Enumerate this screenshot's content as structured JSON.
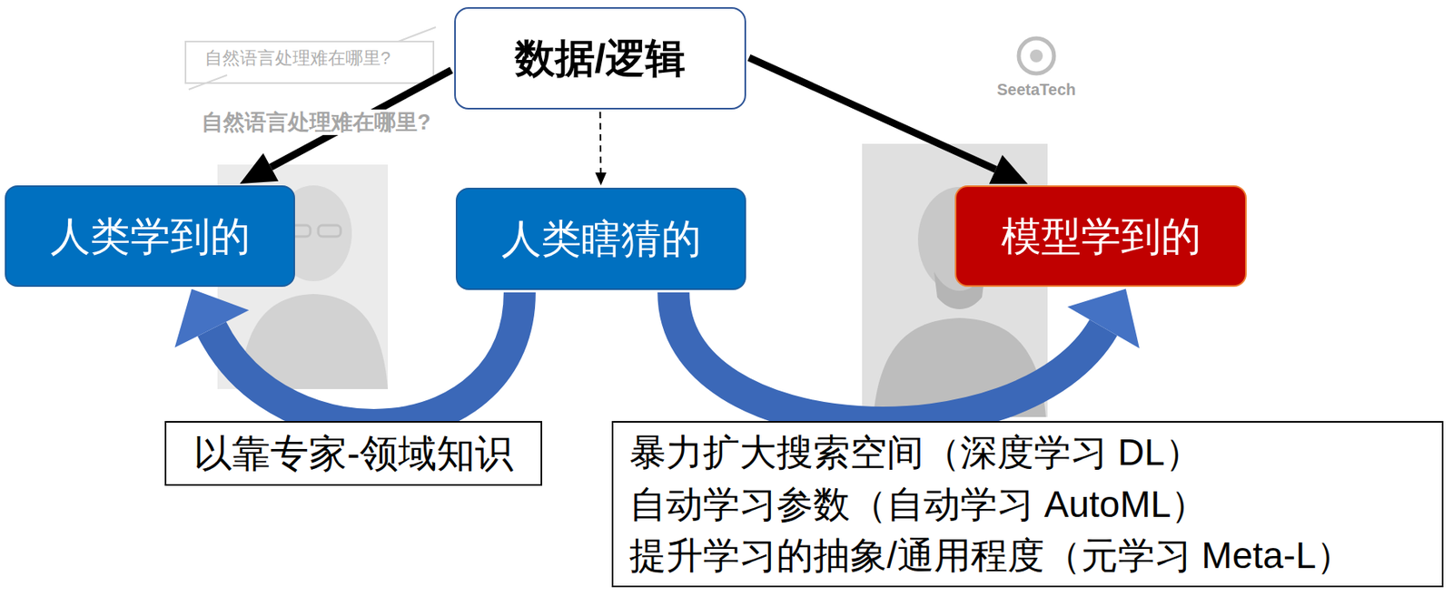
{
  "diagram": {
    "nodes": [
      {
        "text": [
          "数据/逻辑"
        ]
      },
      {
        "text": [
          "人类学到的"
        ]
      },
      {
        "text": [
          "人类瞎猜的"
        ]
      },
      {
        "text": [
          "模型学到的"
        ]
      },
      {
        "text": [
          "以靠专家-领域知识"
        ]
      },
      {
        "text": [
          "暴力扩大搜索空间（深度学习 DL）",
          "自动学习参数（自动学习 AutoML）",
          "提升学习的抽象/通用程度（元学习 Meta-L）"
        ]
      }
    ],
    "edges": [
      {
        "from": 0,
        "to": 1,
        "arrow": "to"
      },
      {
        "from": 0,
        "to": 2,
        "arrow": "to"
      },
      {
        "from": 0,
        "to": 3,
        "arrow": "to"
      },
      {
        "from": 2,
        "to": 1,
        "arrow": "to"
      },
      {
        "from": 2,
        "to": 3,
        "arrow": "to"
      }
    ],
    "labels": [
      "自然语言处理难在哪里?",
      "自然语言处理难在哪里?",
      "SeetaTech"
    ]
  }
}
